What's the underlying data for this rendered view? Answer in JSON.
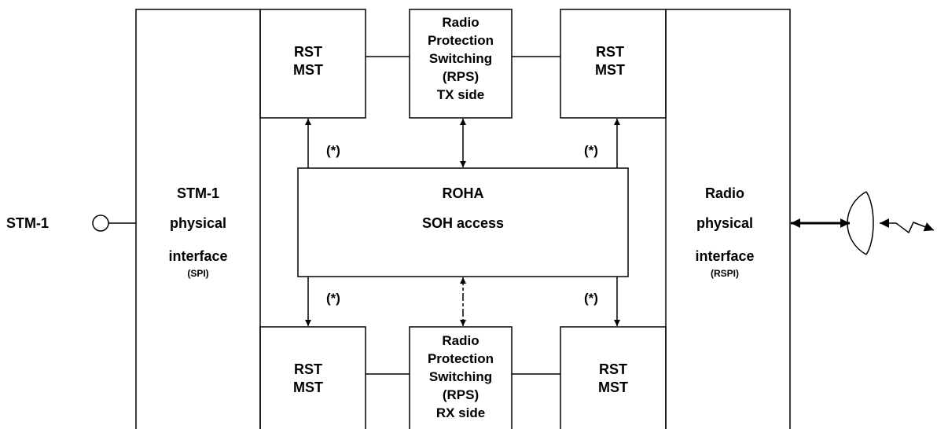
{
  "diagram": {
    "input_label": "STM-1",
    "spi": {
      "line1": "STM-1",
      "line2": "physical",
      "line3": "interface",
      "abbr": "(SPI)"
    },
    "rspi": {
      "line1": "Radio",
      "line2": "physical",
      "line3": "interface",
      "abbr": "(RSPI)"
    },
    "rst_mst": {
      "line1": "RST",
      "line2": "MST"
    },
    "rps_tx": {
      "lines": [
        "Radio",
        "Protection",
        "Switching",
        "(RPS)",
        "TX side"
      ]
    },
    "rps_rx": {
      "lines": [
        "Radio",
        "Protection",
        "Switching",
        "(RPS)",
        "RX side"
      ]
    },
    "roha": {
      "line1": "ROHA",
      "line2": "SOH access"
    },
    "note_marker": "(*)"
  }
}
